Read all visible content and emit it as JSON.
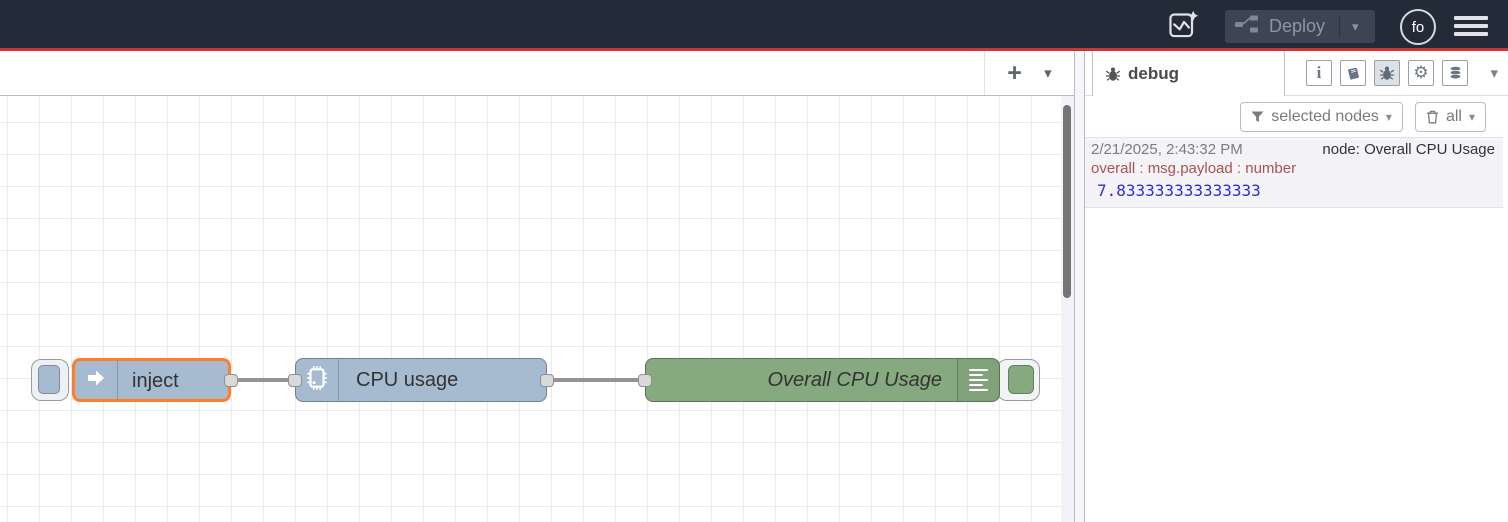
{
  "header": {
    "deploy_label": "Deploy",
    "avatar_text": "fo"
  },
  "icons": {
    "plus": "+",
    "caret_down": "▾",
    "gear": "⚙",
    "info": "i"
  },
  "flow": {
    "nodes": {
      "inject": {
        "label": "inject",
        "color": "#a6bbcf",
        "selected_border": "#ff7e27"
      },
      "cpu": {
        "label": "CPU usage",
        "color": "#a6bbcf"
      },
      "debug": {
        "label": "Overall CPU Usage",
        "color": "#87a980"
      }
    }
  },
  "sidebar": {
    "tab_label": "debug",
    "filter_button": "selected nodes",
    "clear_button": "all",
    "message": {
      "timestamp": "2/21/2025, 2:43:32 PM",
      "source": "node: Overall CPU Usage",
      "property": "overall : msg.payload : number",
      "value": "7.833333333333333"
    }
  },
  "colors": {
    "header_bg": "#232a38",
    "header_accent_line": "#cf3434",
    "grid_line": "#e9e9f5",
    "debug_topic_text": "#a9534b",
    "debug_value_text": "#2c2cd8"
  }
}
